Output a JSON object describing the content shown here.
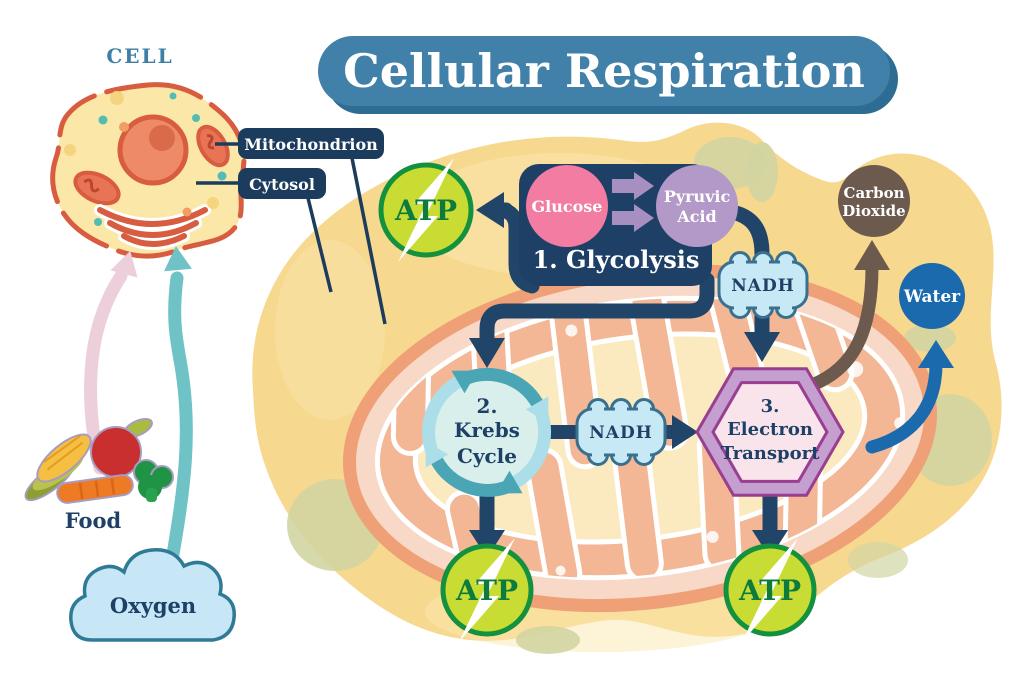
{
  "title": {
    "label": "Cellular Respiration"
  },
  "cell": {
    "heading": "CELL",
    "mitochondrion_label": "Mitochondrion",
    "cytosol_label": "Cytosol"
  },
  "inputs": {
    "food": "Food",
    "oxygen": "Oxygen"
  },
  "process": {
    "glycolysis_step": "1. Glycolysis",
    "glucose": "Glucose",
    "pyruvic_line1": "Pyruvic",
    "pyruvic_line2": "Acid",
    "krebs_line1": "2.",
    "krebs_line2": "Krebs",
    "krebs_line3": "Cycle",
    "electron_line1": "3.",
    "electron_line2": "Electron",
    "electron_line3": "Transport"
  },
  "molecules": {
    "nadh": "NADH",
    "atp": "ATP",
    "carbon_dioxide_line1": "Carbon",
    "carbon_dioxide_line2": "Dioxide",
    "water": "Water"
  },
  "colors": {
    "banner_blue": "#4181A9",
    "banner_shadow": "#2E6C93",
    "navy": "#1F4066",
    "atp_green_fill": "#C8DC33",
    "atp_green_border": "#13913F",
    "glucose_pink": "#F27CA2",
    "pyruvic_purple": "#B299C7",
    "nadh_blue_fill": "#C7E9F6",
    "krebs_teal": "#4AA5B5",
    "electron_purple_border": "#C59FD0",
    "carbon_dioxide_brown": "#6B5A4D",
    "water_blue": "#1A6AAD",
    "cytosol_yellow": "#F7D88F",
    "mitochondrion_salmon": "#EFA077",
    "food_arrow_pink": "#ECCFDB",
    "oxygen_arrow_teal": "#6FC3C6"
  }
}
